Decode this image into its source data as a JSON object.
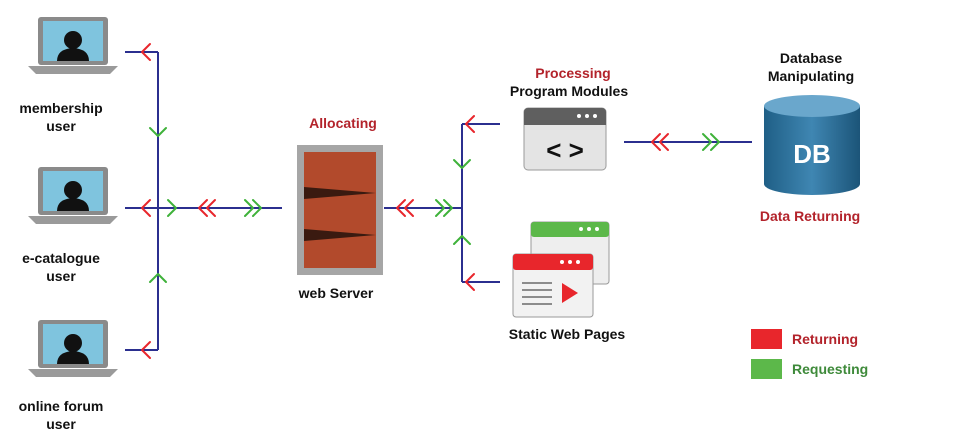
{
  "users": [
    {
      "label_line1": "membership",
      "label_line2": "user"
    },
    {
      "label_line1": "e-catalogue",
      "label_line2": "user"
    },
    {
      "label_line1": "online forum",
      "label_line2": "user"
    }
  ],
  "server": {
    "caption": "web Server",
    "action": "Allocating"
  },
  "modules": {
    "action": "Processing",
    "caption": "Program Modules",
    "icon_text": "< >"
  },
  "static_pages": {
    "caption": "Static Web Pages"
  },
  "database": {
    "title_line1": "Database",
    "title_line2": "Manipulating",
    "icon_text": "DB",
    "returning_label": "Data Returning"
  },
  "legend": {
    "returning": {
      "label": "Returning",
      "color": "#e8262c"
    },
    "requesting": {
      "label": "Requesting",
      "color": "#5cb84a"
    }
  },
  "colors": {
    "line": "#2b2f8f",
    "return_arrow": "#e8262c",
    "request_arrow": "#3fb23a"
  }
}
